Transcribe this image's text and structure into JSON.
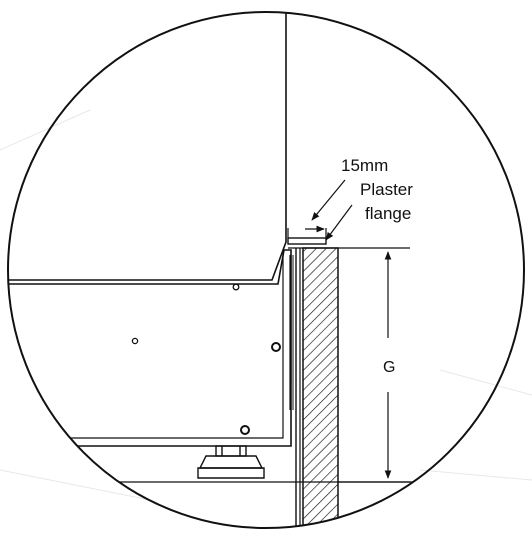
{
  "labels": {
    "dimension": "15mm",
    "flange_line1": "Plaster",
    "flange_line2": "flange",
    "gap": "G"
  },
  "colors": {
    "stroke": "#111111",
    "background": "#ffffff"
  }
}
